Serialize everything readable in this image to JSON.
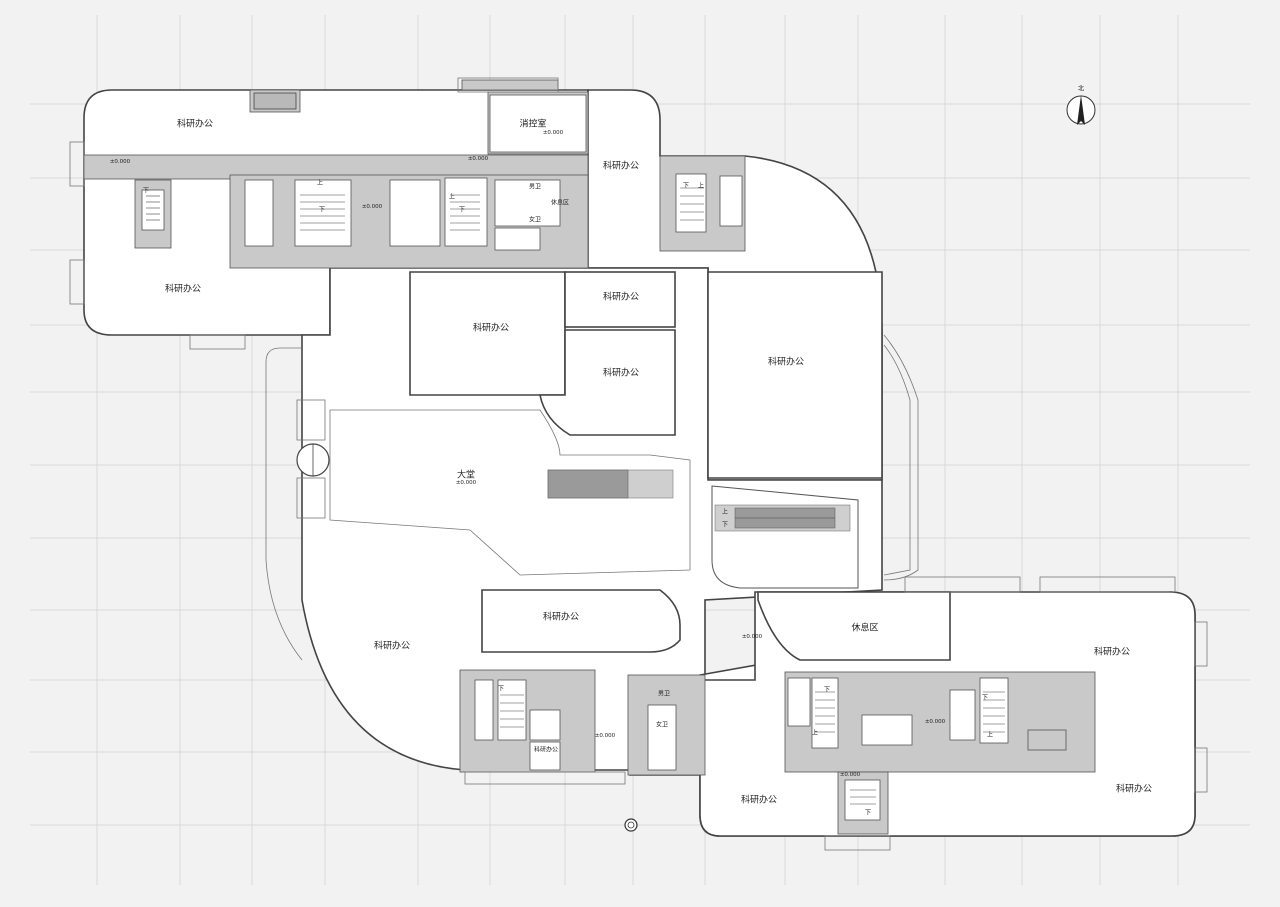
{
  "compass": {
    "label": "北"
  },
  "rooms": {
    "office": "科研办公",
    "fire_control": "消控室",
    "lobby": "大堂",
    "lounge": "休息区",
    "male_wc": "男卫",
    "female_wc": "女卫"
  },
  "level_marker": "±0.000",
  "stair_up": "上",
  "stair_down": "下"
}
